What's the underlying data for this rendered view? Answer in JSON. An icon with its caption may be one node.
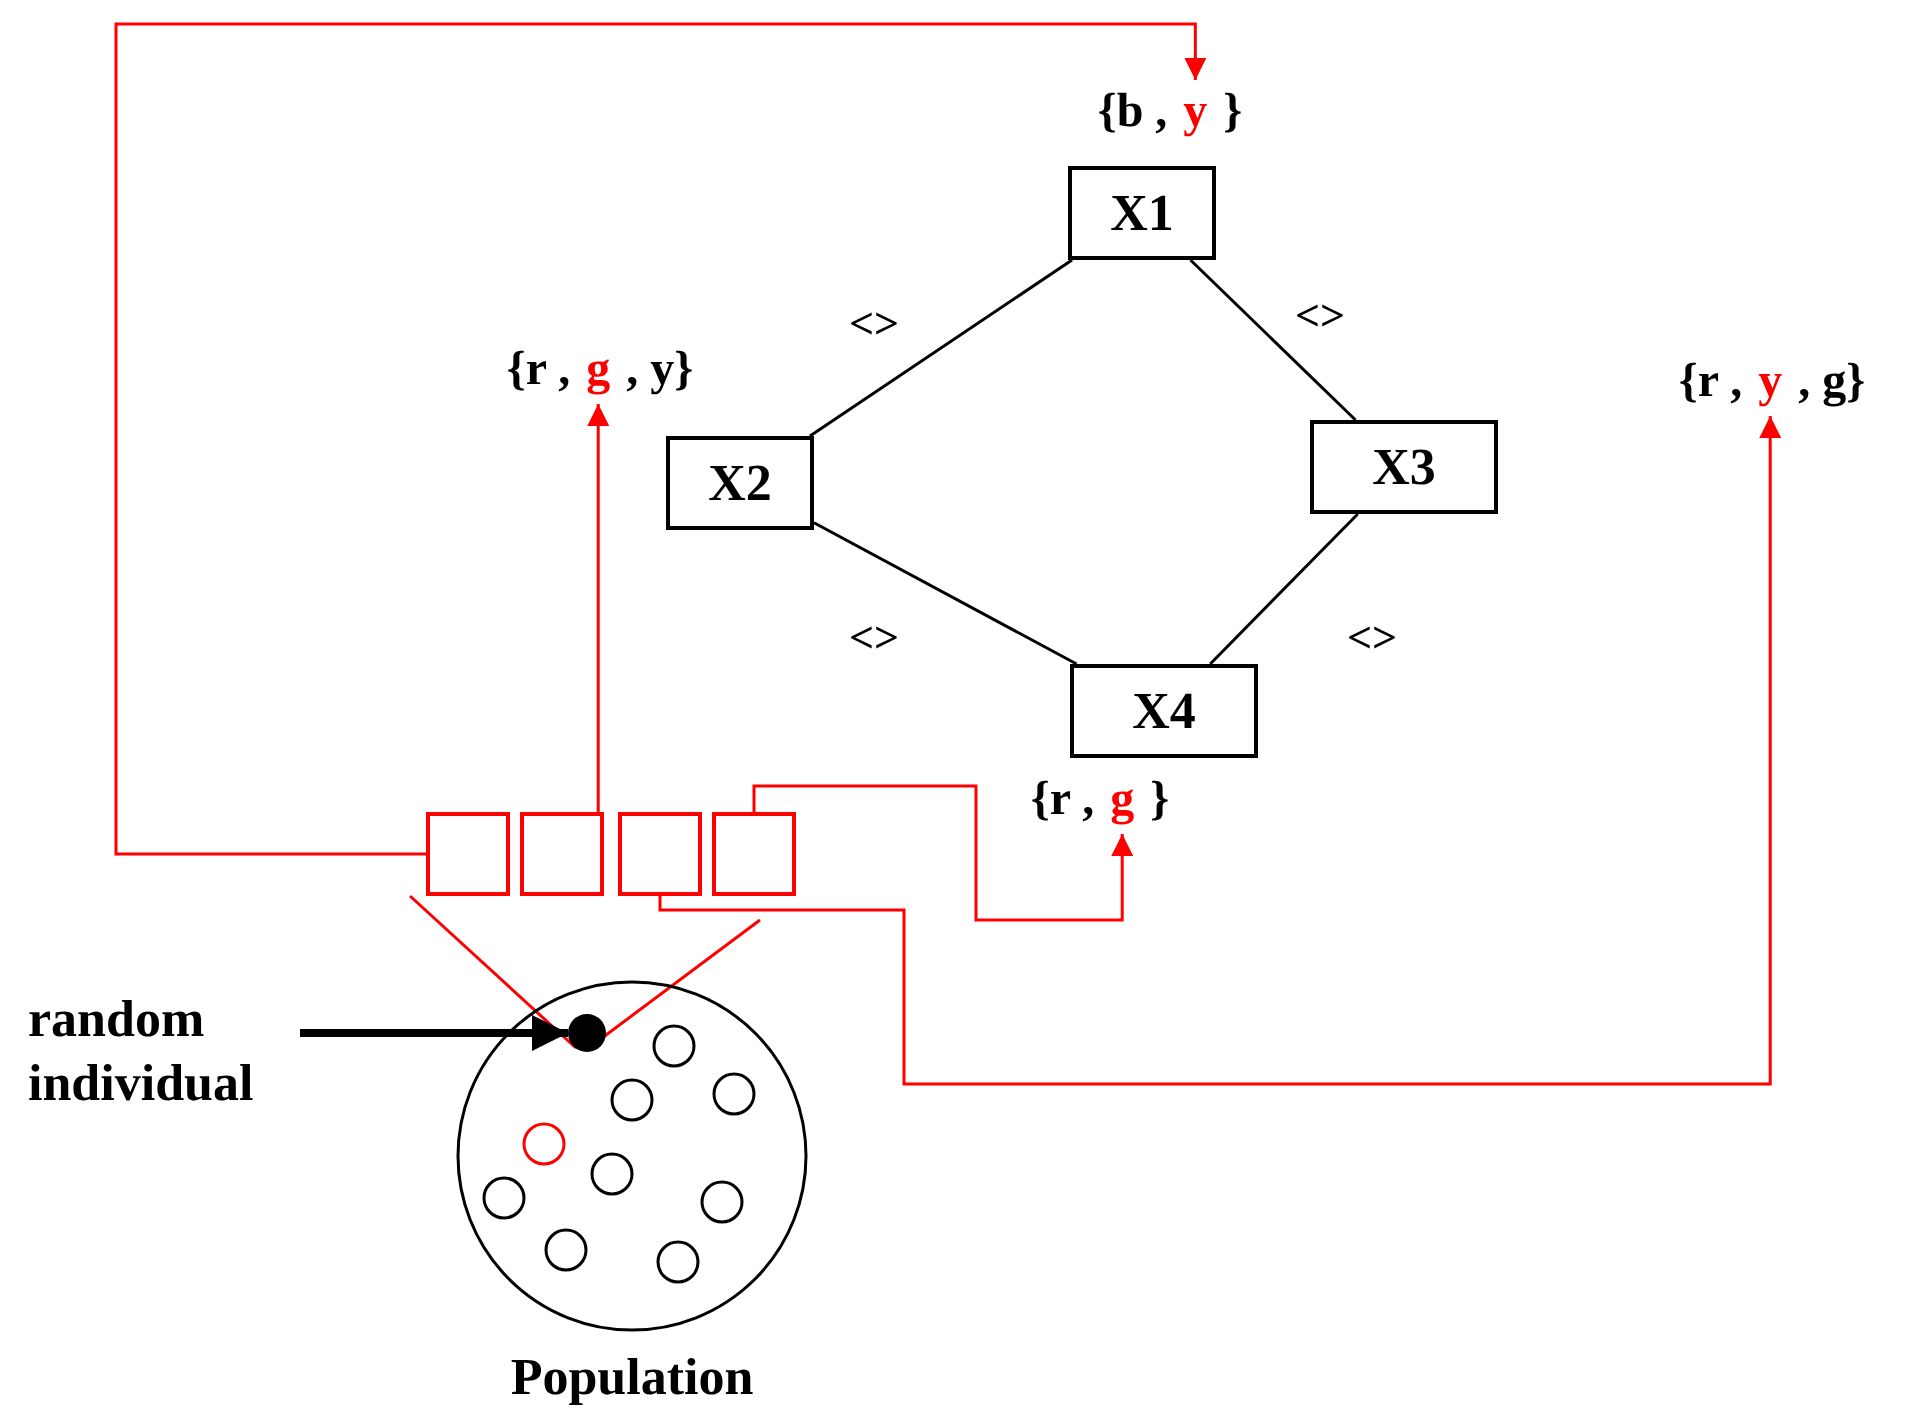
{
  "diagram": {
    "nodes": [
      {
        "text": [
          "X1"
        ]
      },
      {
        "text": [
          "X2"
        ]
      },
      {
        "text": [
          "X3"
        ]
      },
      {
        "text": [
          "X4"
        ]
      },
      {
        "text": [
          "{b ,",
          "y",
          "}"
        ]
      },
      {
        "text": [
          "{r ,",
          "g",
          ", y}"
        ]
      },
      {
        "text": [
          "{r ,",
          "y",
          ", g}"
        ]
      },
      {
        "text": [
          "{r ,",
          "g",
          "}"
        ]
      },
      {
        "text": [],
        "shape": "box"
      },
      {
        "text": [],
        "shape": "box"
      },
      {
        "text": [],
        "shape": "box"
      },
      {
        "text": [],
        "shape": "box"
      },
      {
        "text": [
          "Population"
        ]
      },
      {
        "text": [],
        "shape": "circle",
        "in": 12
      },
      {
        "text": [
          "random individual"
        ]
      }
    ],
    "edges": [
      {
        "from": 0,
        "to": 1,
        "arrow": "none",
        "label": "<>"
      },
      {
        "from": 0,
        "to": 2,
        "arrow": "none",
        "label": "<>"
      },
      {
        "from": 1,
        "to": 3,
        "arrow": "none",
        "label": "<>"
      },
      {
        "from": 2,
        "to": 3,
        "arrow": "none",
        "label": "<>"
      },
      {
        "from": 8,
        "to": 4,
        "arrow": "to",
        "color": "#ff0000"
      },
      {
        "from": 9,
        "to": 5,
        "arrow": "to",
        "color": "#ff0000"
      },
      {
        "from": 10,
        "to": 6,
        "arrow": "to",
        "color": "#ff0000"
      },
      {
        "from": 11,
        "to": 7,
        "arrow": "to",
        "color": "#ff0000"
      },
      {
        "from": 14,
        "to": 13,
        "arrow": "to",
        "style": "thick"
      }
    ]
  }
}
